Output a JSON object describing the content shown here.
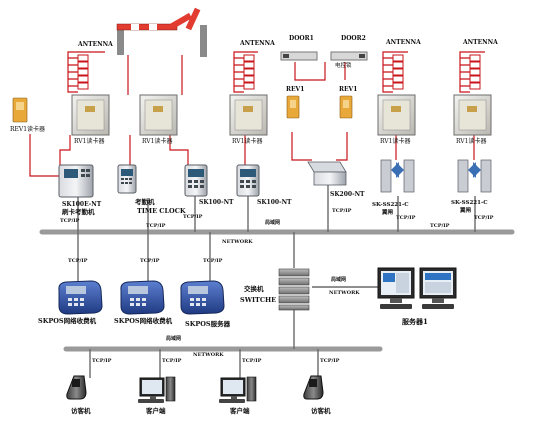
{
  "labels": {
    "antenna": "ANTENNA",
    "door1": "DOOR1",
    "door2": "DOOR2",
    "lock": "电控锁",
    "rev1": "REV1",
    "rev1_reader": "REV1读卡器",
    "rv1_reader": "RV1读卡器",
    "sk100e_nt": "SK100E-NT",
    "sk100e_cn": "刷卡考勤机",
    "time_clock_cn": "考勤机",
    "time_clock": "TIME CLOCK",
    "sk100_nt": "SK100-NT",
    "sk200_nt": "SK200-NT",
    "sk_ss221_c": "SK-SS221-C",
    "gate_cn": "翼闸",
    "tcpip": "TCP/IP",
    "tcpip_caps": "TCP/IP",
    "lan_cn": "局域网",
    "network": "NETWORK",
    "switch_cn": "交换机",
    "switch_en": "SWITCHE",
    "skpos_terminal": "SKPOS网络收费机",
    "skpos_server": "SKPOS服务器",
    "server1": "服务器1",
    "visitor": "访客机",
    "client": "客户端"
  },
  "colors": {
    "wire": "#c8141a",
    "network_bus": "#9a9a9a",
    "reader_body": "#e8a93a",
    "panel_frame": "#c7c7c7",
    "pos_body": "#2e4f9e"
  }
}
